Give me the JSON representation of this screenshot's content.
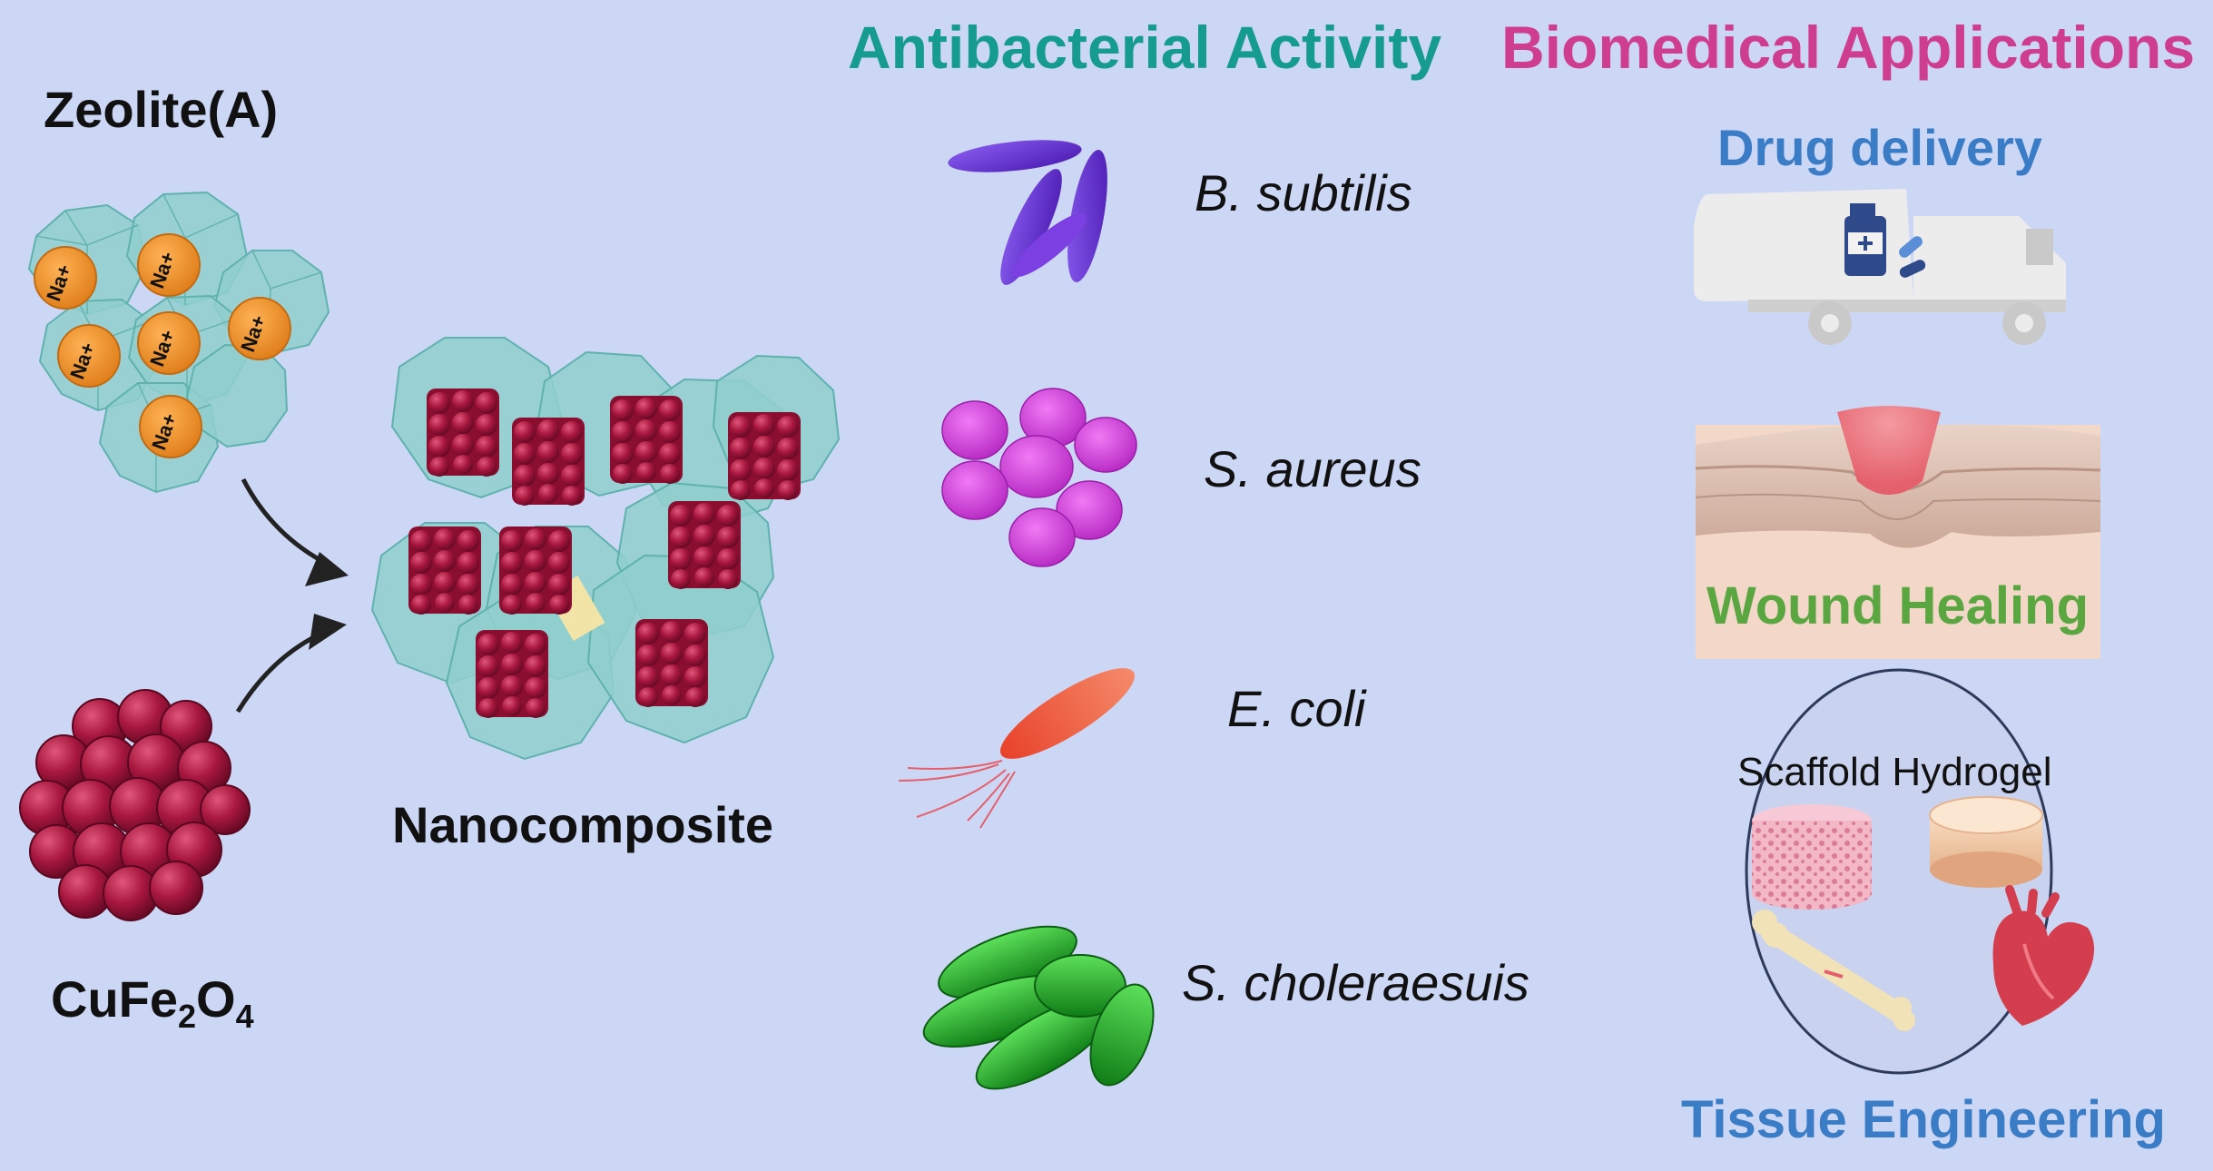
{
  "left": {
    "zeolite_label": "Zeolite(A)",
    "ion_label": "Na+",
    "cufe_base": "CuFe",
    "cufe_sub1": "2",
    "cufe_mid": "O",
    "cufe_sub2": "4",
    "nanocomposite_label": "Nanocomposite"
  },
  "antibacterial": {
    "title": "Antibacterial Activity",
    "bacteria": [
      {
        "name": "B. subtilis",
        "icon": "rod-bacteria-icon"
      },
      {
        "name": "S. aureus",
        "icon": "coccus-cluster-icon"
      },
      {
        "name": "E. coli",
        "icon": "flagellated-bacterium-icon"
      },
      {
        "name": "S. choleraesuis",
        "icon": "green-rod-bacteria-icon"
      }
    ]
  },
  "biomedical": {
    "title": "Biomedical Applications",
    "drug_delivery": "Drug delivery",
    "wound_healing": "Wound Healing",
    "scaffold_hydrogel": "Scaffold Hydrogel",
    "tissue_engineering": "Tissue Engineering"
  },
  "colors": {
    "background": "#ccd7f5",
    "zeolite_cage": "#8fcfcd",
    "sodium_ion": "#f0922a",
    "ferrite": "#a8173f",
    "antibacterial_title": "#169b8f",
    "biomedical_title": "#cf3d8e",
    "drug_and_tissue": "#3a7cc6",
    "wound": "#5aa640"
  }
}
